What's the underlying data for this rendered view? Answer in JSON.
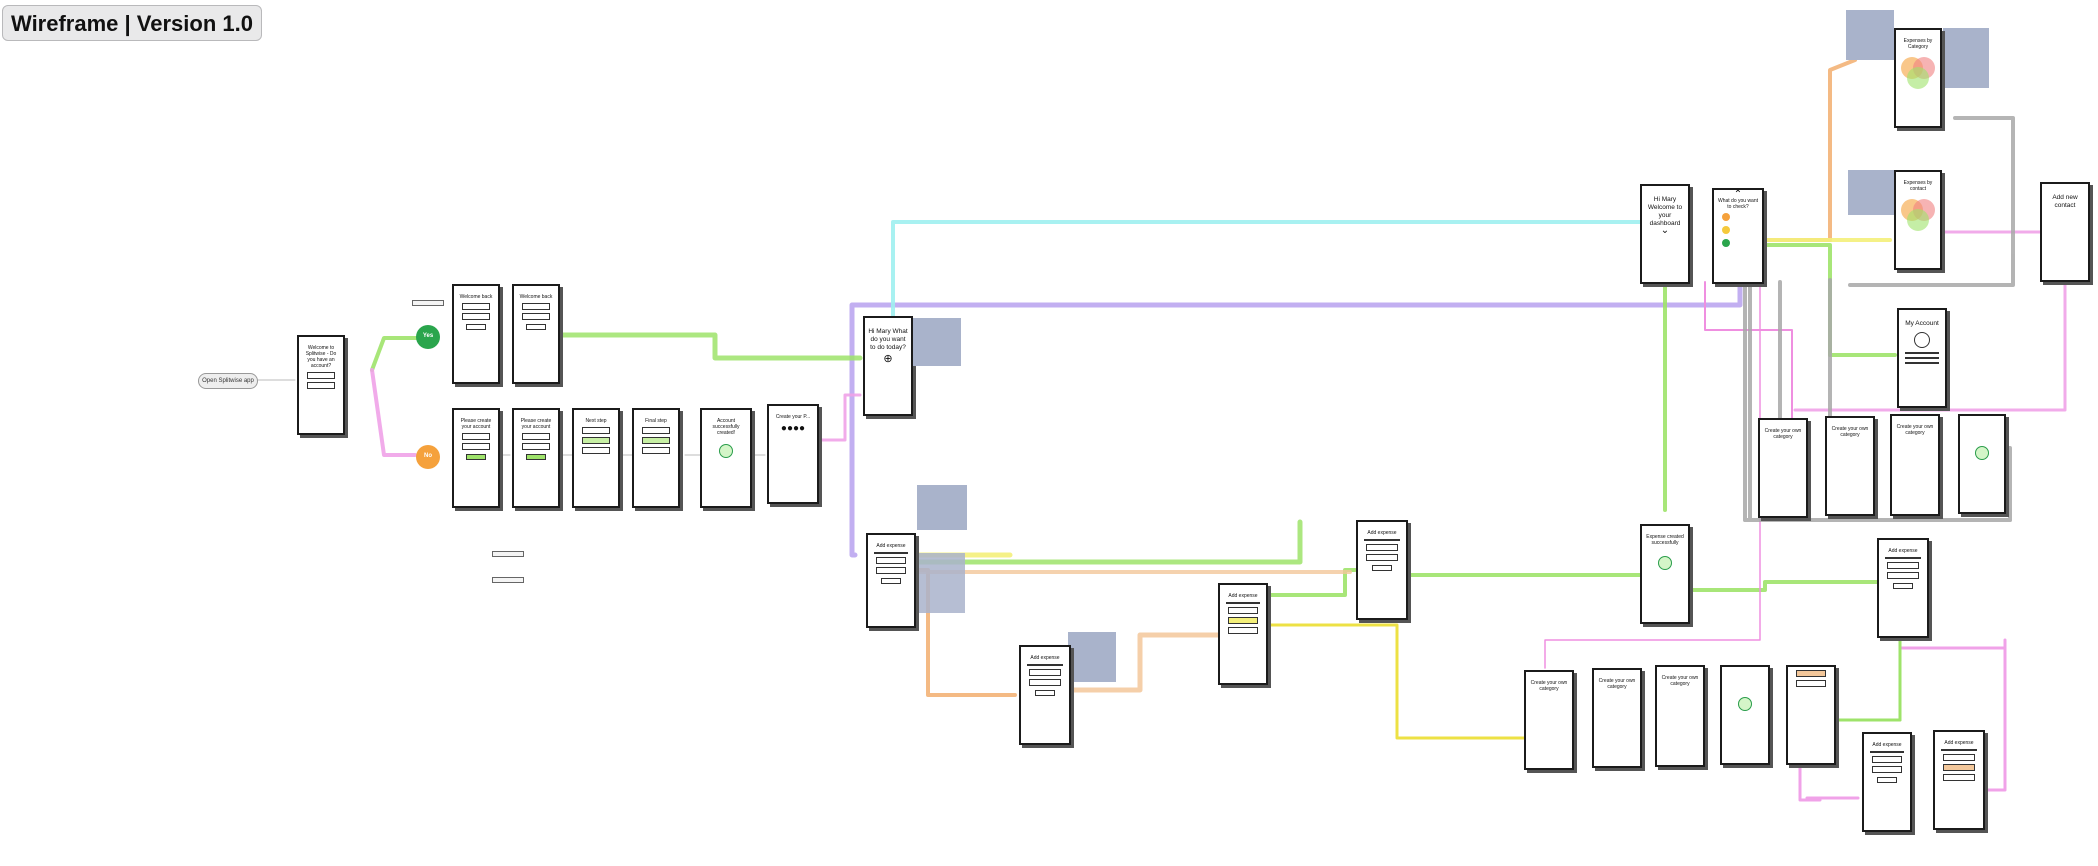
{
  "title": "Wireframe | Version 1.0",
  "start": {
    "label": "Open Splitwise app"
  },
  "decision": {
    "yes": "Yes",
    "no": "No"
  },
  "screens": {
    "welcome": "Welcome to Splitwise - Do you have an account?",
    "login_a": "Welcome back",
    "login_b": "Welcome back",
    "signup_a": "Please create your account",
    "signup_b": "Please create your account",
    "step_a": "Next step",
    "step_b": "Final step",
    "created": "Account successfully created!",
    "passcode": "Create your P...",
    "hi_mary": "Hi Mary What do you want to do today?",
    "add_expense_1": "Add expense",
    "add_expense_2": "Add expense",
    "add_expense_3": "Add expense",
    "add_expense_4": "Add expense",
    "add_expense_5": "Add expense",
    "add_expense_6": "Add expense",
    "add_expense_7": "Add expense",
    "dashboard": "Hi Mary Welcome to your dashboard",
    "check": "What do you want to check?",
    "expenses_category": "Expenses by Category",
    "expenses_contact": "Expenses by contact",
    "add_contact": "Add new contact",
    "my_account": "My Account",
    "create_category_1": "Create your own category",
    "create_category_2": "Create your own category",
    "create_category_3": "Create your own category",
    "create_category_4": "Create your own category",
    "create_category_5": "Create your own category",
    "create_category_6": "Create your own category",
    "expense_success": "Expense created successfully"
  }
}
